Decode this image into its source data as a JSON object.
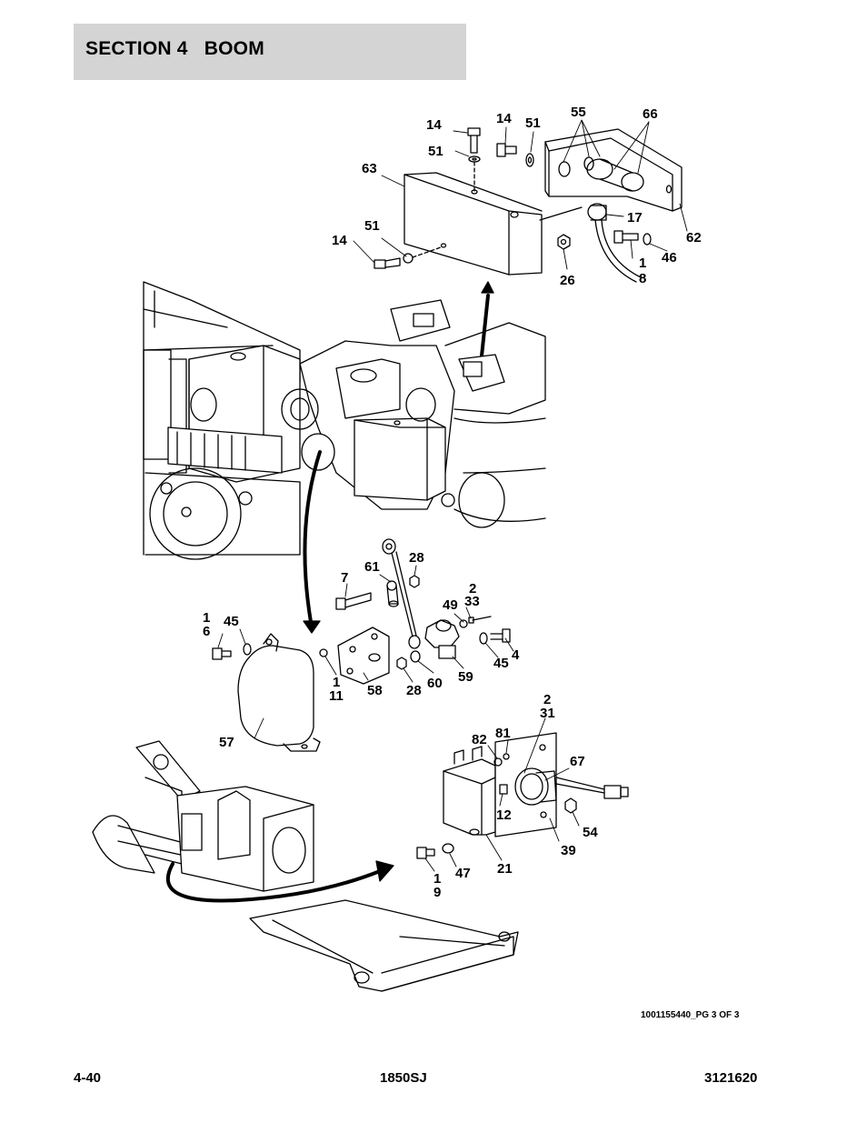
{
  "header": {
    "section_title": "SECTION 4   BOOM"
  },
  "callouts": [
    {
      "id": "c-14-top",
      "label": "14"
    },
    {
      "id": "c-14-mid",
      "label": "14"
    },
    {
      "id": "c-51-right",
      "label": "51"
    },
    {
      "id": "c-55",
      "label": "55"
    },
    {
      "id": "c-66",
      "label": "66"
    },
    {
      "id": "c-51-top",
      "label": "51"
    },
    {
      "id": "c-63",
      "label": "63"
    },
    {
      "id": "c-17",
      "label": "17"
    },
    {
      "id": "c-62",
      "label": "62"
    },
    {
      "id": "c-51-low",
      "label": "51"
    },
    {
      "id": "c-14-low",
      "label": "14"
    },
    {
      "id": "c-1-a",
      "label": "1"
    },
    {
      "id": "c-46",
      "label": "46"
    },
    {
      "id": "c-8",
      "label": "8"
    },
    {
      "id": "c-26",
      "label": "26"
    },
    {
      "id": "c-28-top",
      "label": "28"
    },
    {
      "id": "c-61",
      "label": "61"
    },
    {
      "id": "c-7",
      "label": "7"
    },
    {
      "id": "c-2-a",
      "label": "2"
    },
    {
      "id": "c-33",
      "label": "33"
    },
    {
      "id": "c-49",
      "label": "49"
    },
    {
      "id": "c-1-b",
      "label": "1"
    },
    {
      "id": "c-45-left",
      "label": "45"
    },
    {
      "id": "c-6",
      "label": "6"
    },
    {
      "id": "c-4",
      "label": "4"
    },
    {
      "id": "c-45-right",
      "label": "45"
    },
    {
      "id": "c-1-c",
      "label": "1"
    },
    {
      "id": "c-11",
      "label": "11"
    },
    {
      "id": "c-58",
      "label": "58"
    },
    {
      "id": "c-28-low",
      "label": "28"
    },
    {
      "id": "c-60",
      "label": "60"
    },
    {
      "id": "c-59",
      "label": "59"
    },
    {
      "id": "c-57",
      "label": "57"
    },
    {
      "id": "c-2-b",
      "label": "2"
    },
    {
      "id": "c-31",
      "label": "31"
    },
    {
      "id": "c-82",
      "label": "82"
    },
    {
      "id": "c-81",
      "label": "81"
    },
    {
      "id": "c-67",
      "label": "67"
    },
    {
      "id": "c-12",
      "label": "12"
    },
    {
      "id": "c-54",
      "label": "54"
    },
    {
      "id": "c-39",
      "label": "39"
    },
    {
      "id": "c-21",
      "label": "21"
    },
    {
      "id": "c-1-d",
      "label": "1"
    },
    {
      "id": "c-47",
      "label": "47"
    },
    {
      "id": "c-9",
      "label": "9"
    }
  ],
  "drawing_id": "1001155440_PG 3 OF 3",
  "footer": {
    "page_number": "4-40",
    "model": "1850SJ",
    "doc_number": "3121620"
  }
}
